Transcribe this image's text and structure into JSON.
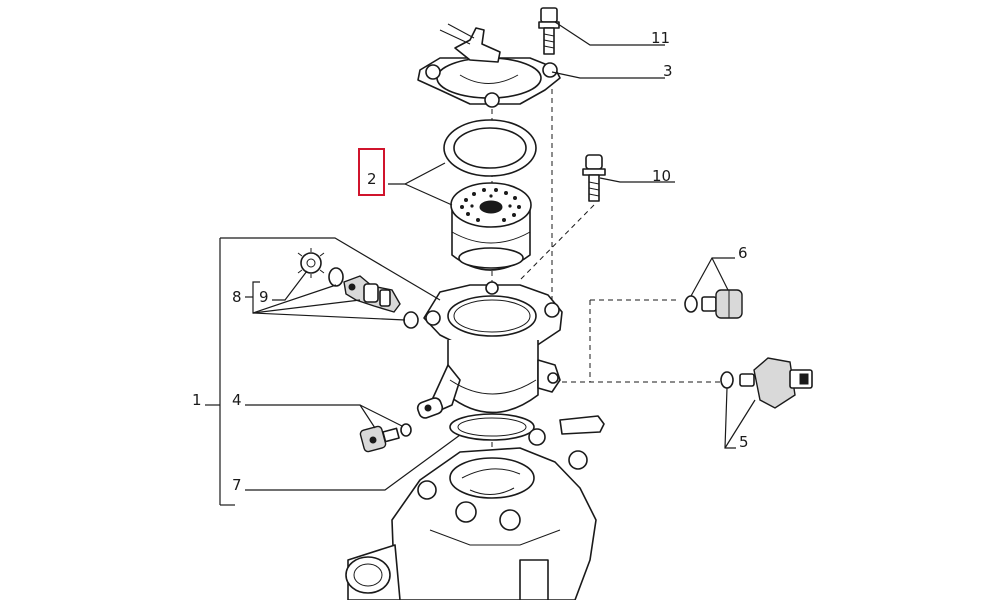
{
  "colors": {
    "ink": "#1a1a1a",
    "highlight": "#d0142c",
    "background": "#ffffff"
  },
  "labels": {
    "l1": "1",
    "l2": "2",
    "l3": "3",
    "l4": "4",
    "l5": "5",
    "l6": "6",
    "l7": "7",
    "l8": "8",
    "l9": "9",
    "l10": "10",
    "l11": "11"
  },
  "highlighted_label": "2"
}
